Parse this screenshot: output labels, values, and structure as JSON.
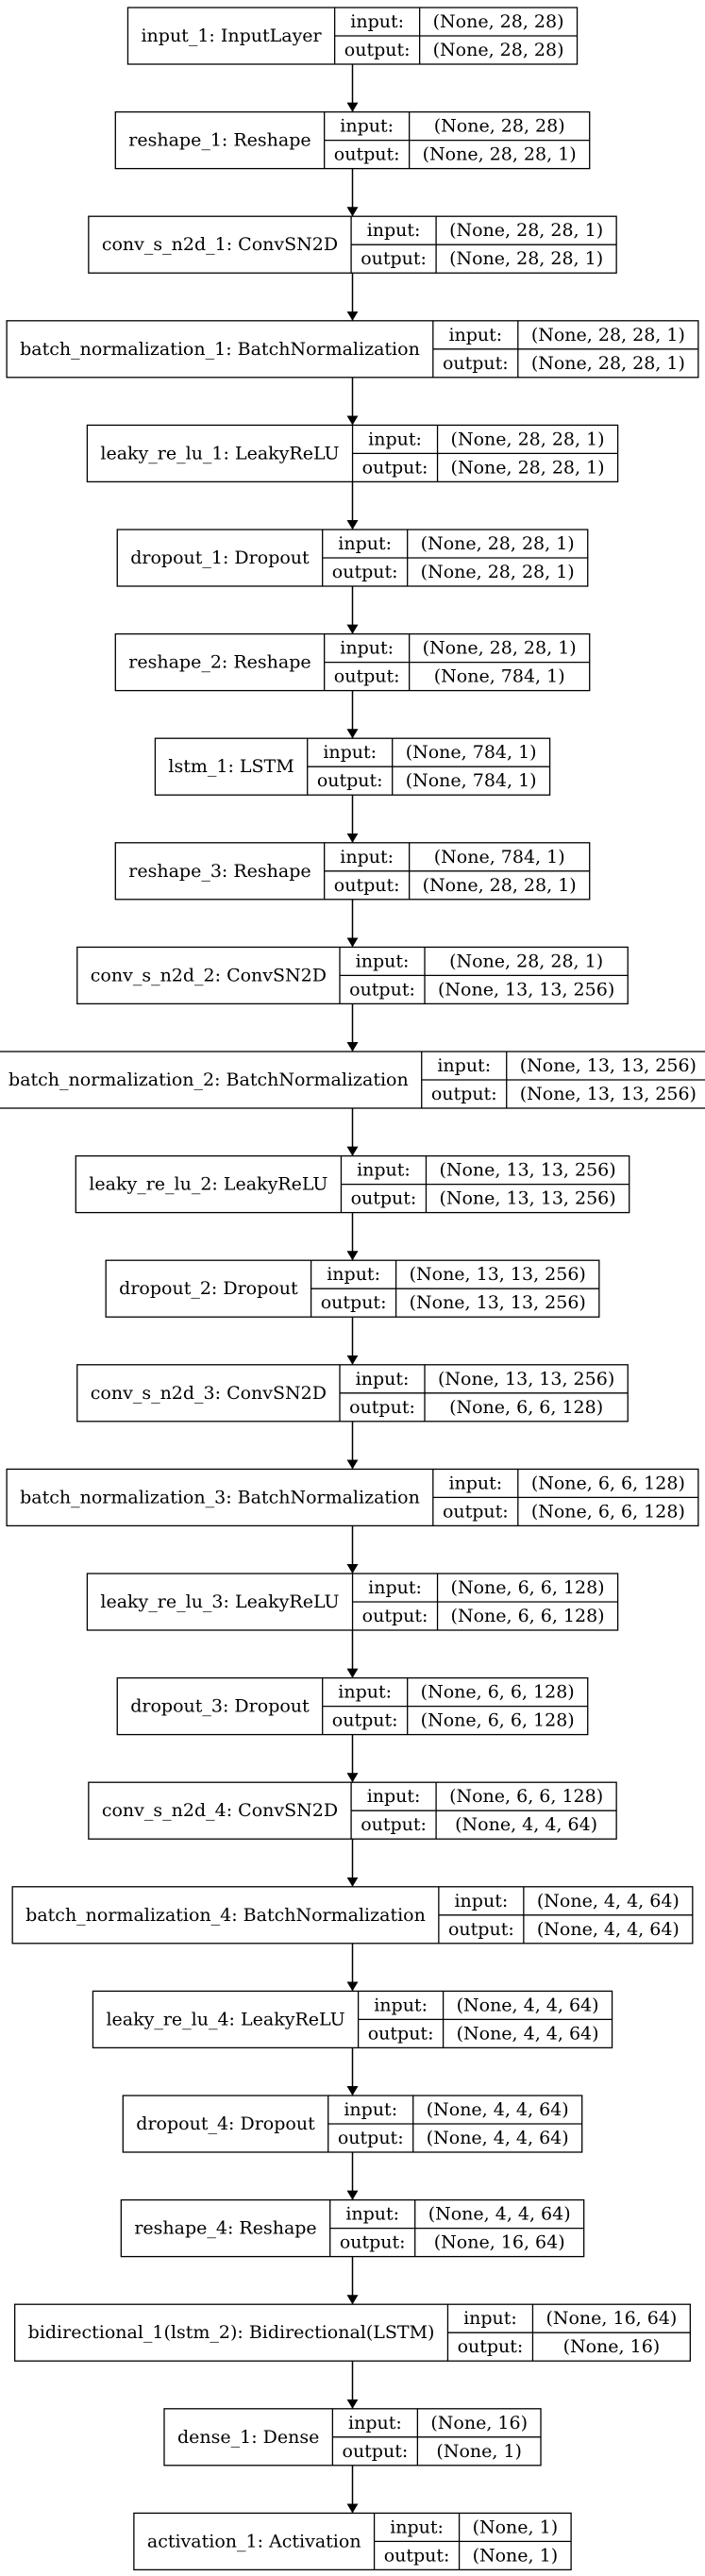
{
  "port_labels": {
    "input": "input:",
    "output": "output:"
  },
  "nodes": [
    {
      "name": "input_1: InputLayer",
      "input": "(None, 28, 28)",
      "output": "(None, 28, 28)"
    },
    {
      "name": "reshape_1: Reshape",
      "input": "(None, 28, 28)",
      "output": "(None, 28, 28, 1)"
    },
    {
      "name": "conv_s_n2d_1: ConvSN2D",
      "input": "(None, 28, 28, 1)",
      "output": "(None, 28, 28, 1)"
    },
    {
      "name": "batch_normalization_1: BatchNormalization",
      "input": "(None, 28, 28, 1)",
      "output": "(None, 28, 28, 1)"
    },
    {
      "name": "leaky_re_lu_1: LeakyReLU",
      "input": "(None, 28, 28, 1)",
      "output": "(None, 28, 28, 1)"
    },
    {
      "name": "dropout_1: Dropout",
      "input": "(None, 28, 28, 1)",
      "output": "(None, 28, 28, 1)"
    },
    {
      "name": "reshape_2: Reshape",
      "input": "(None, 28, 28, 1)",
      "output": "(None, 784, 1)"
    },
    {
      "name": "lstm_1: LSTM",
      "input": "(None, 784, 1)",
      "output": "(None, 784, 1)"
    },
    {
      "name": "reshape_3: Reshape",
      "input": "(None, 784, 1)",
      "output": "(None, 28, 28, 1)"
    },
    {
      "name": "conv_s_n2d_2: ConvSN2D",
      "input": "(None, 28, 28, 1)",
      "output": "(None, 13, 13, 256)"
    },
    {
      "name": "batch_normalization_2: BatchNormalization",
      "input": "(None, 13, 13, 256)",
      "output": "(None, 13, 13, 256)"
    },
    {
      "name": "leaky_re_lu_2: LeakyReLU",
      "input": "(None, 13, 13, 256)",
      "output": "(None, 13, 13, 256)"
    },
    {
      "name": "dropout_2: Dropout",
      "input": "(None, 13, 13, 256)",
      "output": "(None, 13, 13, 256)"
    },
    {
      "name": "conv_s_n2d_3: ConvSN2D",
      "input": "(None, 13, 13, 256)",
      "output": "(None, 6, 6, 128)"
    },
    {
      "name": "batch_normalization_3: BatchNormalization",
      "input": "(None, 6, 6, 128)",
      "output": "(None, 6, 6, 128)"
    },
    {
      "name": "leaky_re_lu_3: LeakyReLU",
      "input": "(None, 6, 6, 128)",
      "output": "(None, 6, 6, 128)"
    },
    {
      "name": "dropout_3: Dropout",
      "input": "(None, 6, 6, 128)",
      "output": "(None, 6, 6, 128)"
    },
    {
      "name": "conv_s_n2d_4: ConvSN2D",
      "input": "(None, 6, 6, 128)",
      "output": "(None, 4, 4, 64)"
    },
    {
      "name": "batch_normalization_4: BatchNormalization",
      "input": "(None, 4, 4, 64)",
      "output": "(None, 4, 4, 64)"
    },
    {
      "name": "leaky_re_lu_4: LeakyReLU",
      "input": "(None, 4, 4, 64)",
      "output": "(None, 4, 4, 64)"
    },
    {
      "name": "dropout_4: Dropout",
      "input": "(None, 4, 4, 64)",
      "output": "(None, 4, 4, 64)"
    },
    {
      "name": "reshape_4: Reshape",
      "input": "(None, 4, 4, 64)",
      "output": "(None, 16, 64)"
    },
    {
      "name": "bidirectional_1(lstm_2): Bidirectional(LSTM)",
      "input": "(None, 16, 64)",
      "output": "(None, 16)"
    },
    {
      "name": "dense_1: Dense",
      "input": "(None, 16)",
      "output": "(None, 1)"
    },
    {
      "name": "activation_1: Activation",
      "input": "(None, 1)",
      "output": "(None, 1)"
    }
  ]
}
